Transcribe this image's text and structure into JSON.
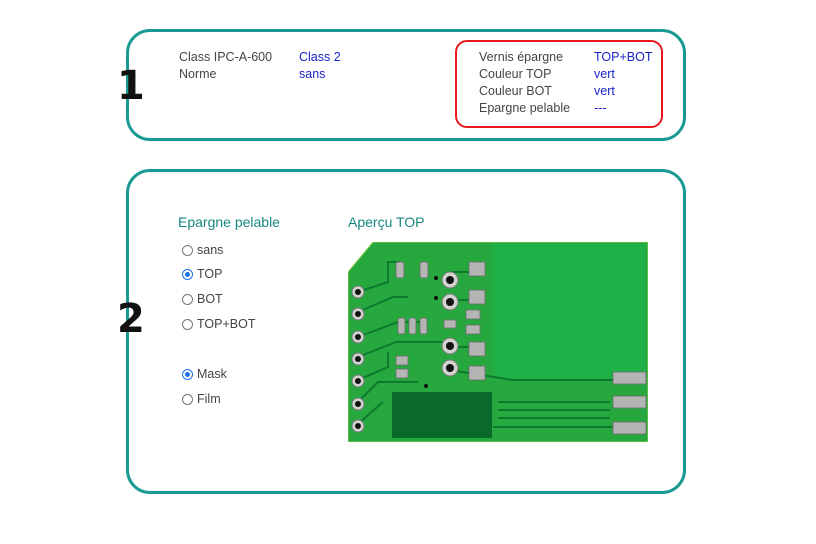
{
  "panel1": {
    "number": "1",
    "left_rows": [
      {
        "label": "Class IPC-A-600",
        "value": "Class 2"
      },
      {
        "label": "Norme",
        "value": "sans"
      }
    ],
    "right_rows": [
      {
        "label": "Vernis épargne",
        "value": "TOP+BOT"
      },
      {
        "label": "Couleur TOP",
        "value": "vert"
      },
      {
        "label": "Couleur BOT",
        "value": "vert"
      },
      {
        "label": "Epargne pelable",
        "value": "---"
      }
    ]
  },
  "panel2": {
    "number": "2",
    "section_title": "Epargne pelable",
    "preview_title": "Aperçu TOP",
    "side_options": [
      {
        "label": "sans",
        "checked": false
      },
      {
        "label": "TOP",
        "checked": true
      },
      {
        "label": "BOT",
        "checked": false
      },
      {
        "label": "TOP+BOT",
        "checked": false
      }
    ],
    "type_options": [
      {
        "label": "Mask",
        "checked": true
      },
      {
        "label": "Film",
        "checked": false
      }
    ]
  },
  "colors": {
    "accent": "#1a9a92",
    "highlight": "#e8171e",
    "value_text": "#1a22c8",
    "pcb_green": "#1fa33b",
    "pcb_dark_green": "#0b6b2a"
  }
}
